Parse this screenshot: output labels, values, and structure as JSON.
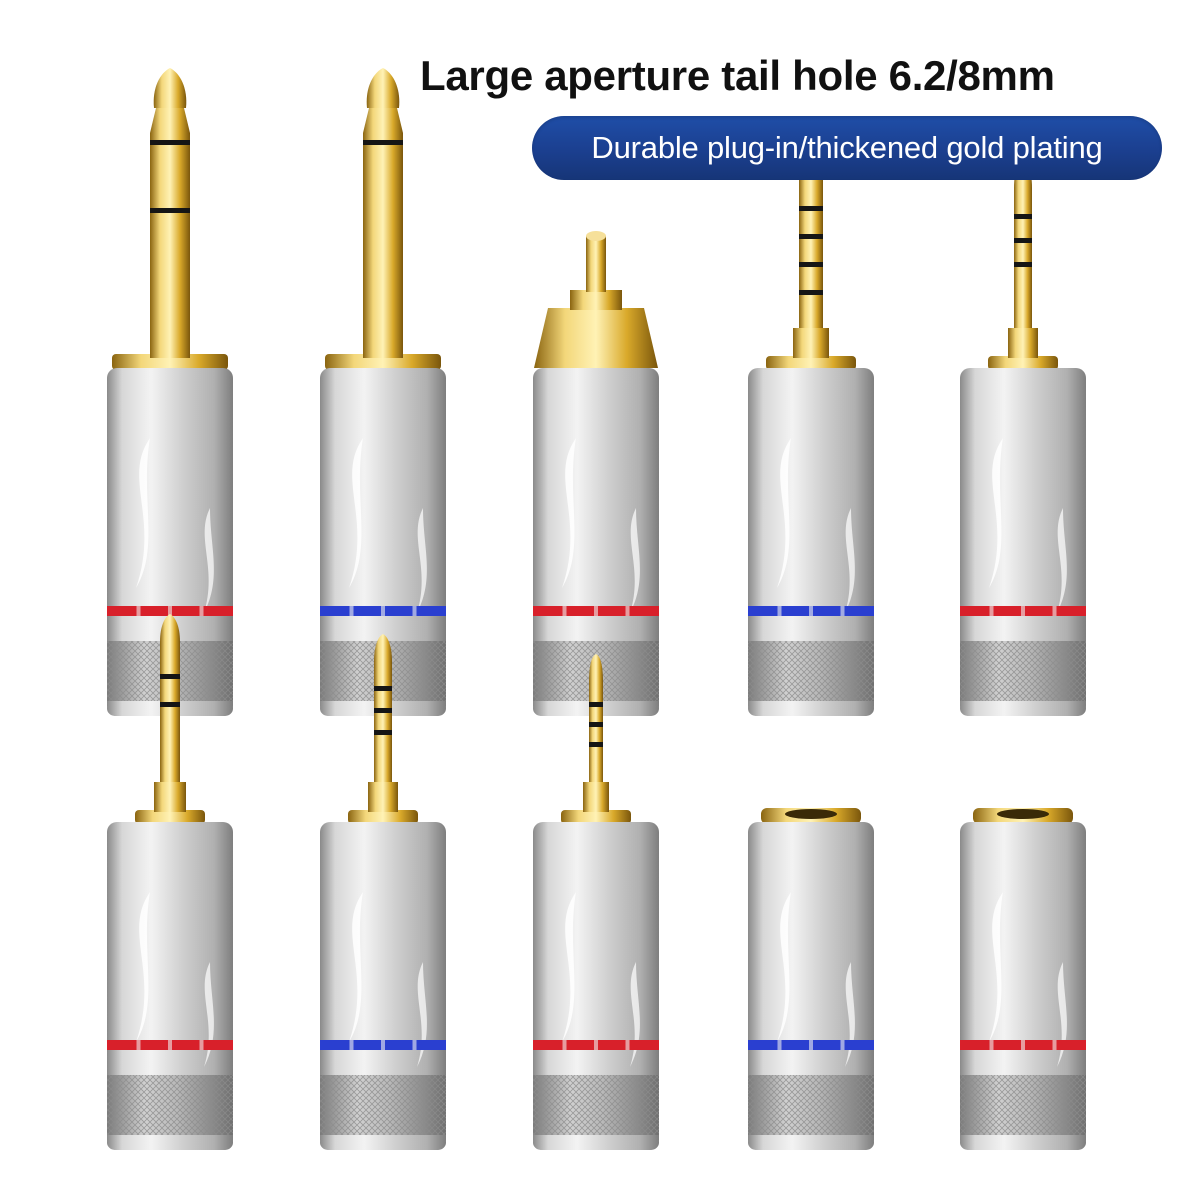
{
  "headline": "Large aperture tail hole 6.2/8mm",
  "banner": "Durable plug-in/thickened gold plating",
  "colors": {
    "banner_blue": "#1b3f8f",
    "ring_red": "#d8202a",
    "ring_blue": "#2a3fd0",
    "gold": "#d9b23a",
    "silver": "#c8c8c8"
  },
  "connectors": [
    {
      "name": "6.35mm stereo plug",
      "tip": "big-stereo",
      "ring": "red"
    },
    {
      "name": "6.35mm mono plug",
      "tip": "big-mono",
      "ring": "blue"
    },
    {
      "name": "RCA plug",
      "tip": "rca",
      "ring": "red"
    },
    {
      "name": "4.4mm balanced plug",
      "tip": "4.4mm",
      "ring": "blue"
    },
    {
      "name": "2.5mm 4-pole plug",
      "tip": "2.5mm-trrs",
      "ring": "red"
    },
    {
      "name": "3.5mm stereo plug",
      "tip": "3.5mm-trs",
      "ring": "red"
    },
    {
      "name": "3.5mm 4-pole plug",
      "tip": "3.5mm-trrs",
      "ring": "blue"
    },
    {
      "name": "2.5mm 4-pole plug",
      "tip": "2.5mm-trrs-small",
      "ring": "red"
    },
    {
      "name": "female socket",
      "tip": "female",
      "ring": "blue"
    },
    {
      "name": "female socket",
      "tip": "female",
      "ring": "red"
    }
  ]
}
